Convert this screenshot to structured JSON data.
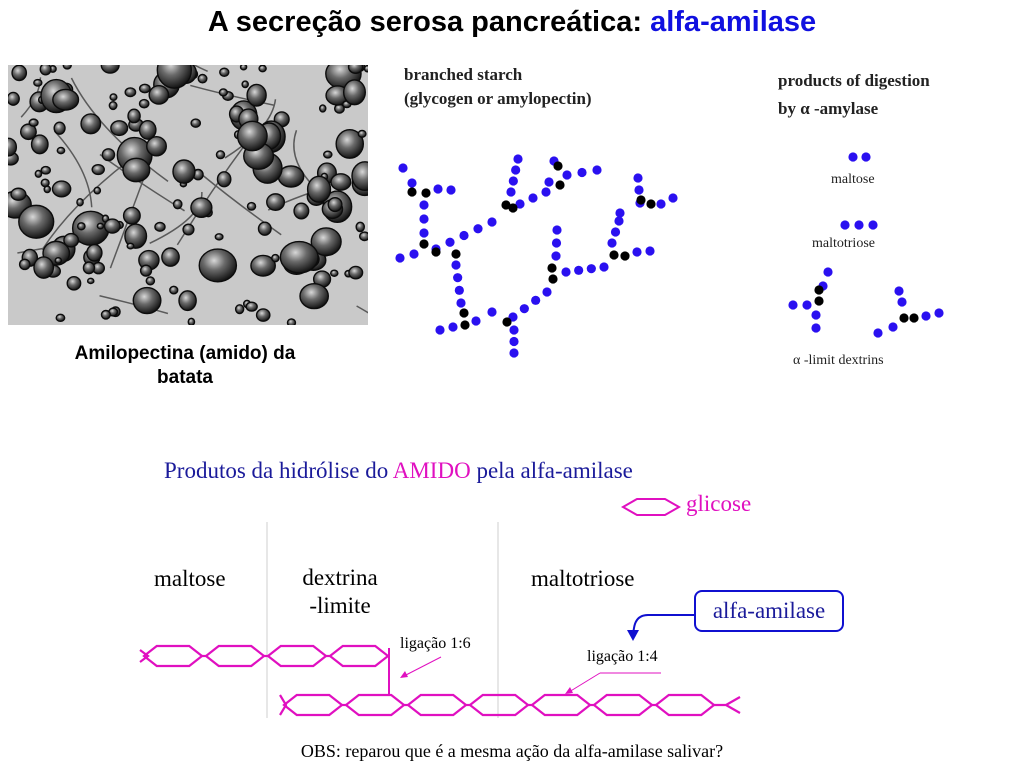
{
  "title": {
    "main": "A secreção serosa pancreática:",
    "highlight": "alfa-amilase"
  },
  "micrograph": {
    "caption_line1": "Amilopectina (amido) da",
    "caption_line2": "batata"
  },
  "starch_diagram": {
    "label_line1": "branched starch",
    "label_line2": "(glycogen or amylopectin)"
  },
  "digestion_products": {
    "label_line1": "products of digestion",
    "label_line2": "by α -amylase",
    "items": [
      "maltose",
      "maltotriose",
      "α -limit dextrins"
    ]
  },
  "hydrolysis": {
    "title_pre": "Produtos da hidrólise do",
    "title_highlight": "AMIDO",
    "title_post": "pela alfa-amilase",
    "legend_glucose": "glicose",
    "products": {
      "maltose": "maltose",
      "dextrin_line1": "dextrina",
      "dextrin_line2": "-limite",
      "maltotriose": "maltotriose"
    },
    "enzyme": "alfa-amilase",
    "bond_16": "ligação 1:6",
    "bond_14": "ligação 1:4"
  },
  "note": "OBS: reparou que é a mesma ação da alfa-amilase salivar?",
  "colors": {
    "blue_unit": "#2a10f0",
    "branch_unit": "#000000",
    "glucose_pink": "#e010c0",
    "title_blue": "#1010e0",
    "arrow_blue": "#1010d0"
  }
}
